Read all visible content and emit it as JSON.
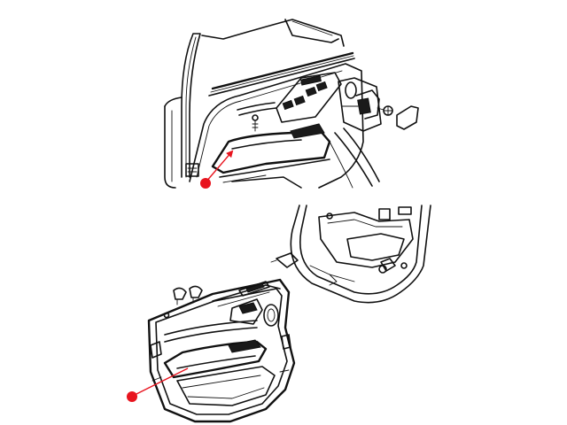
{
  "diagram": {
    "views": [
      {
        "id": "upper",
        "subject": "front-door-panel-installed"
      },
      {
        "id": "lower",
        "subject": "front-door-trim-panel-removed"
      }
    ],
    "callouts": [
      {
        "id": "callout-upper",
        "target": "armrest-pull-cup",
        "marker": "red-dot",
        "leader": "arrow"
      },
      {
        "id": "callout-lower",
        "target": "armrest-pull-cup",
        "marker": "red-dot",
        "leader": "line"
      }
    ],
    "colors": {
      "linework": "#111111",
      "callout": "#e8141e",
      "background": "#ffffff"
    }
  }
}
